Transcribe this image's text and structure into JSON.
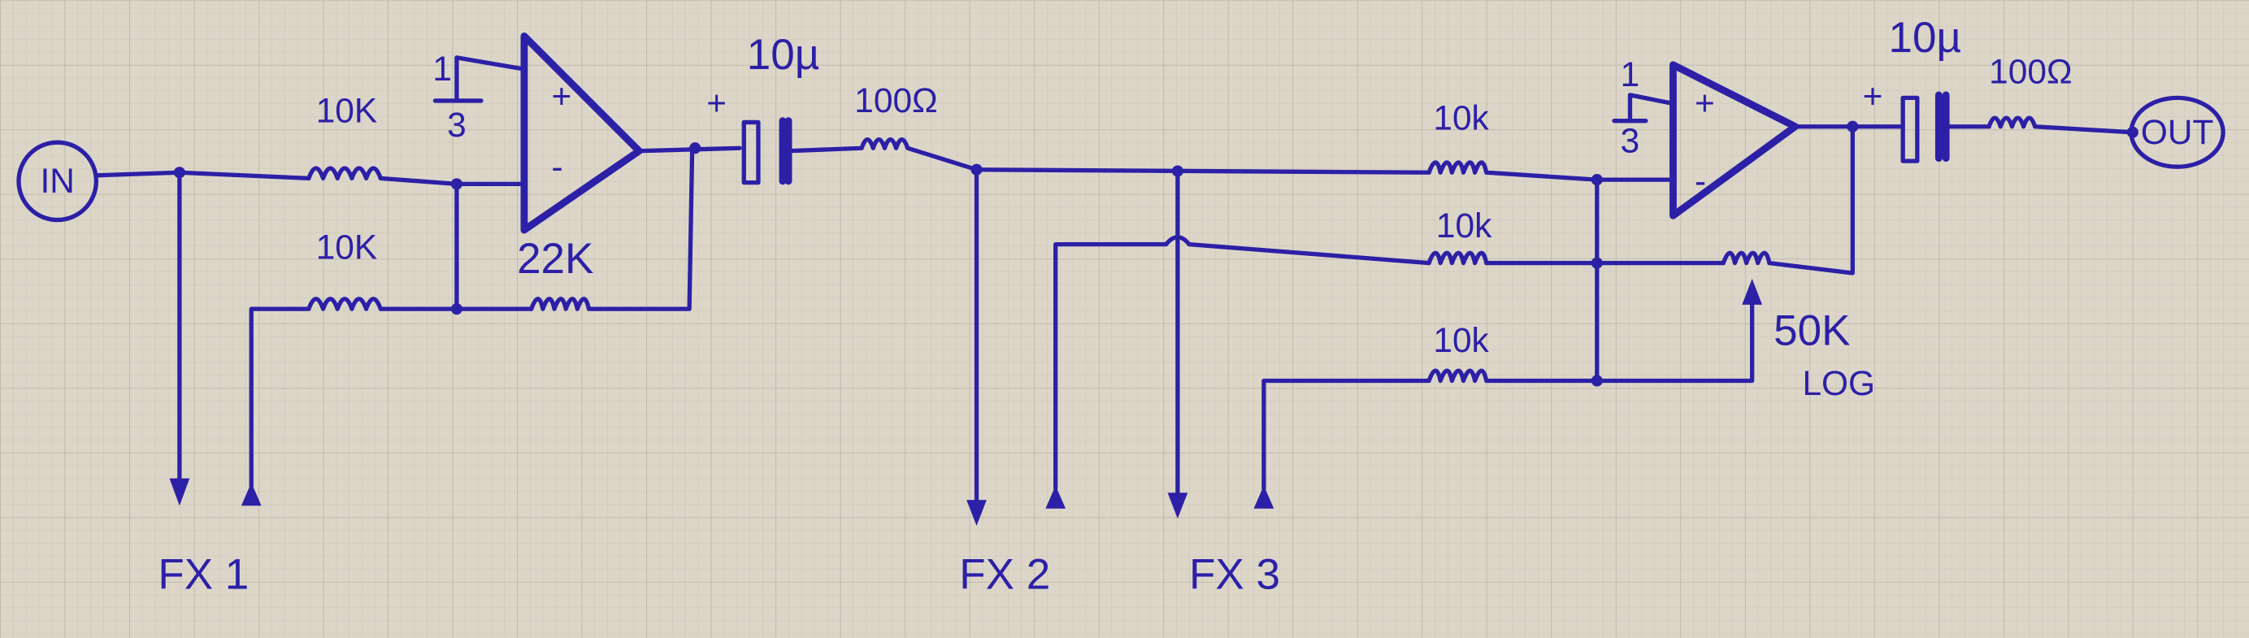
{
  "diagram": {
    "input_label": "IN",
    "output_label": "OUT",
    "stage1": {
      "r_in_top": "10K",
      "r_in_bottom": "10K",
      "r_feedback": "22K",
      "bias_numerator": "1",
      "bias_denominator": "3",
      "opamp_plus": "+",
      "opamp_minus": "-",
      "cap_polarity": "+",
      "cap_value": "10µ",
      "r_out": "100Ω"
    },
    "stage2": {
      "r_top": "10k",
      "r_mid": "10k",
      "r_bottom": "10k",
      "pot_value": "50K",
      "pot_taper": "LOG",
      "bias_numerator": "1",
      "bias_denominator": "3",
      "opamp_plus": "+",
      "opamp_minus": "-",
      "cap_polarity": "+",
      "cap_value": "10µ",
      "r_out": "100Ω"
    },
    "fx_labels": [
      "FX 1",
      "FX 2",
      "FX 3"
    ],
    "colors": {
      "ink": "#2c20a6",
      "paper": "#d9d3c6",
      "grid": "#c7c0b2"
    }
  }
}
